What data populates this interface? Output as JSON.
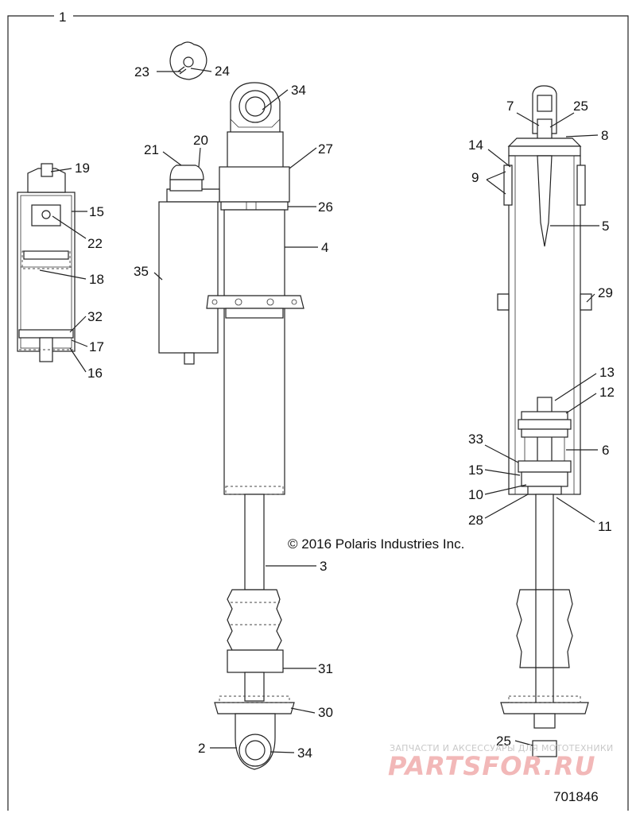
{
  "diagram": {
    "assembly_number": "1",
    "copyright": "© 2016 Polaris Industries Inc.",
    "part_number": "701846",
    "watermark": {
      "subtitle": "ЗАПЧАСТИ И АКСЕССУАРЫ ДЛЯ МОТОТЕХНИКИ",
      "brand": "PARTSFOR.RU"
    },
    "callouts": [
      {
        "id": "c23",
        "text": "23"
      },
      {
        "id": "c24",
        "text": "24"
      },
      {
        "id": "c34a",
        "text": "34"
      },
      {
        "id": "c20",
        "text": "20"
      },
      {
        "id": "c21",
        "text": "21"
      },
      {
        "id": "c27",
        "text": "27"
      },
      {
        "id": "c26",
        "text": "26"
      },
      {
        "id": "c4",
        "text": "4"
      },
      {
        "id": "c35",
        "text": "35"
      },
      {
        "id": "c19",
        "text": "19"
      },
      {
        "id": "c15a",
        "text": "15"
      },
      {
        "id": "c22",
        "text": "22"
      },
      {
        "id": "c18",
        "text": "18"
      },
      {
        "id": "c32",
        "text": "32"
      },
      {
        "id": "c17",
        "text": "17"
      },
      {
        "id": "c16",
        "text": "16"
      },
      {
        "id": "c3",
        "text": "3"
      },
      {
        "id": "c31",
        "text": "31"
      },
      {
        "id": "c30",
        "text": "30"
      },
      {
        "id": "c2",
        "text": "2"
      },
      {
        "id": "c34b",
        "text": "34"
      },
      {
        "id": "c7",
        "text": "7"
      },
      {
        "id": "c25a",
        "text": "25"
      },
      {
        "id": "c8",
        "text": "8"
      },
      {
        "id": "c14",
        "text": "14"
      },
      {
        "id": "c9",
        "text": "9"
      },
      {
        "id": "c5",
        "text": "5"
      },
      {
        "id": "c29",
        "text": "29"
      },
      {
        "id": "c13",
        "text": "13"
      },
      {
        "id": "c12",
        "text": "12"
      },
      {
        "id": "c33",
        "text": "33"
      },
      {
        "id": "c6",
        "text": "6"
      },
      {
        "id": "c15b",
        "text": "15"
      },
      {
        "id": "c10",
        "text": "10"
      },
      {
        "id": "c28",
        "text": "28"
      },
      {
        "id": "c11",
        "text": "11"
      },
      {
        "id": "c25b",
        "text": "25"
      }
    ]
  }
}
